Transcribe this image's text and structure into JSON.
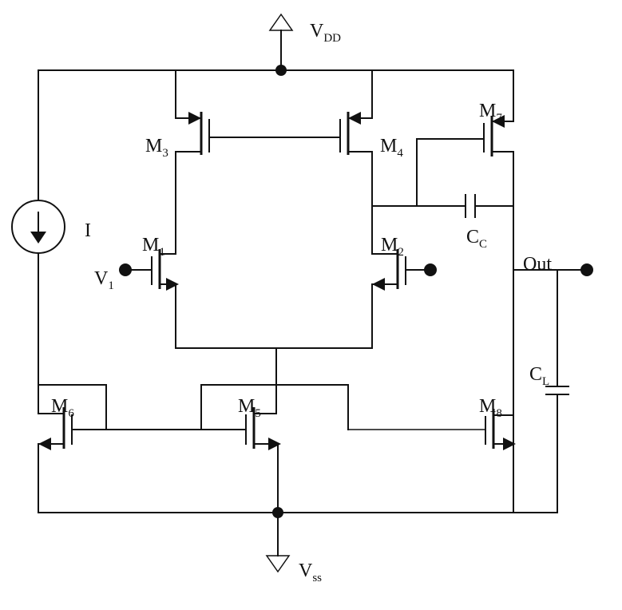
{
  "labels": {
    "vdd": {
      "main": "V",
      "sub": "DD"
    },
    "vss": {
      "main": "V",
      "sub": "ss"
    },
    "current_source": "I",
    "v1": {
      "main": "V",
      "sub": "1"
    },
    "out": "Out",
    "cc": {
      "main": "C",
      "sub": "C"
    },
    "cl": {
      "main": "C",
      "sub": "L"
    },
    "m1": {
      "main": "M",
      "sub": "1"
    },
    "m2": {
      "main": "M",
      "sub": "2"
    },
    "m3": {
      "main": "M",
      "sub": "3"
    },
    "m4": {
      "main": "M",
      "sub": "4"
    },
    "m5": {
      "main": "M",
      "sub": "5"
    },
    "m6": {
      "main": "M",
      "sub": "6"
    },
    "m7": {
      "main": "M",
      "sub": "7"
    },
    "m8": {
      "main": "M",
      "sub": "8"
    }
  }
}
